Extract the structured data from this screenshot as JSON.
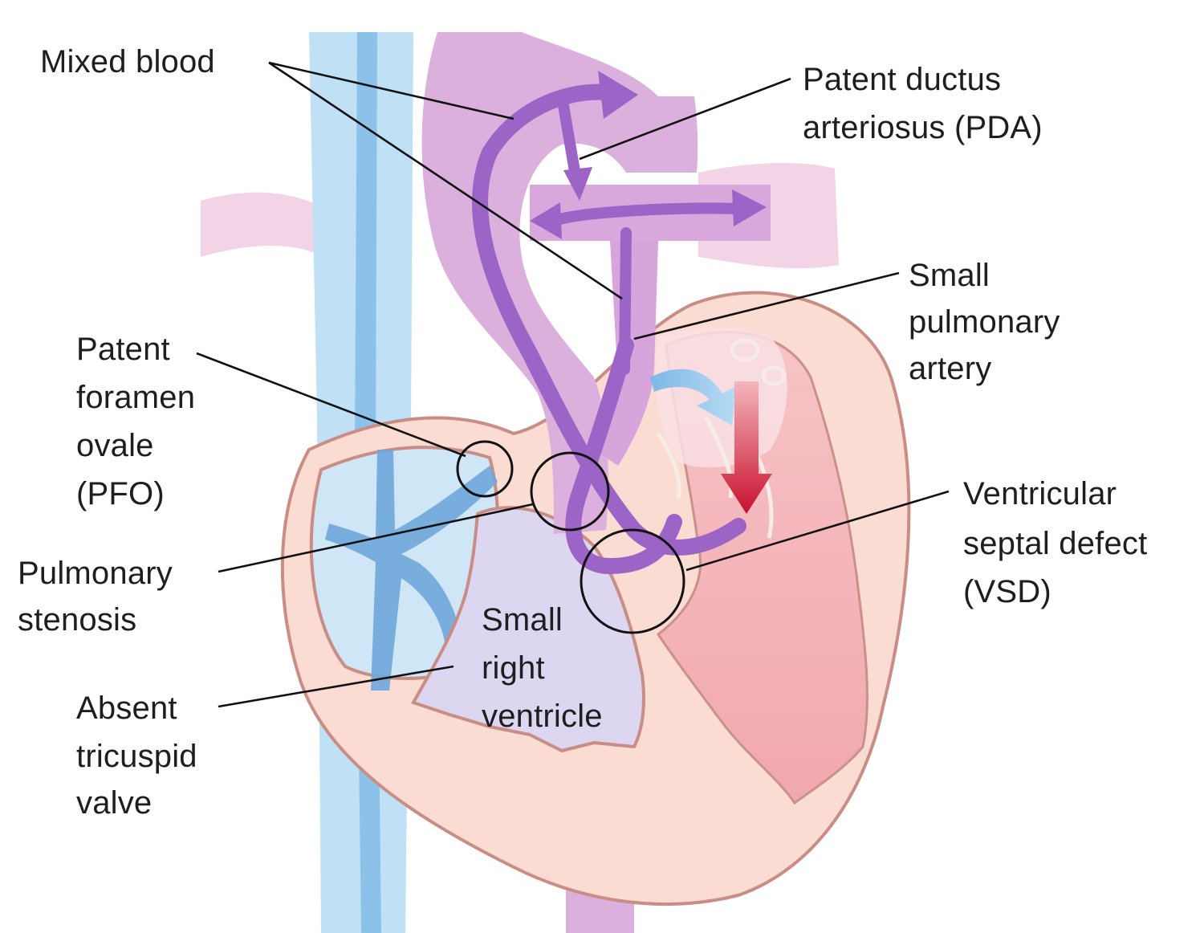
{
  "colors": {
    "aorta_mixed": "#d9a9dc",
    "mixed_flow_arrow": "#9b64c6",
    "venous_blue": "#a9d3ef",
    "venous_dark_blue": "#6ea6db",
    "heart_muscle": "#fadcd2",
    "left_ventricle": "#f4b6bb",
    "right_ventricle": "#c9c2ea",
    "oxygenated_red": "#c8102e",
    "outline": "#c98d85"
  },
  "labels": {
    "mixed_blood": "Mixed blood",
    "pda_line1": "Patent ductus",
    "pda_line2": "arteriosus (PDA)",
    "small_pa_line1": "Small",
    "small_pa_line2": "pulmonary",
    "small_pa_line3": "artery",
    "pfo_line1": "Patent",
    "pfo_line2": "foramen",
    "pfo_line3": "ovale",
    "pfo_line4": "(PFO)",
    "vsd_line1": "Ventricular",
    "vsd_line2": "septal defect",
    "vsd_line3": "(VSD)",
    "ps_line1": "Pulmonary",
    "ps_line2": "stenosis",
    "srv_line1": "Small",
    "srv_line2": "right",
    "srv_line3": "ventricle",
    "atv_line1": "Absent",
    "atv_line2": "tricuspid",
    "atv_line3": "valve"
  }
}
